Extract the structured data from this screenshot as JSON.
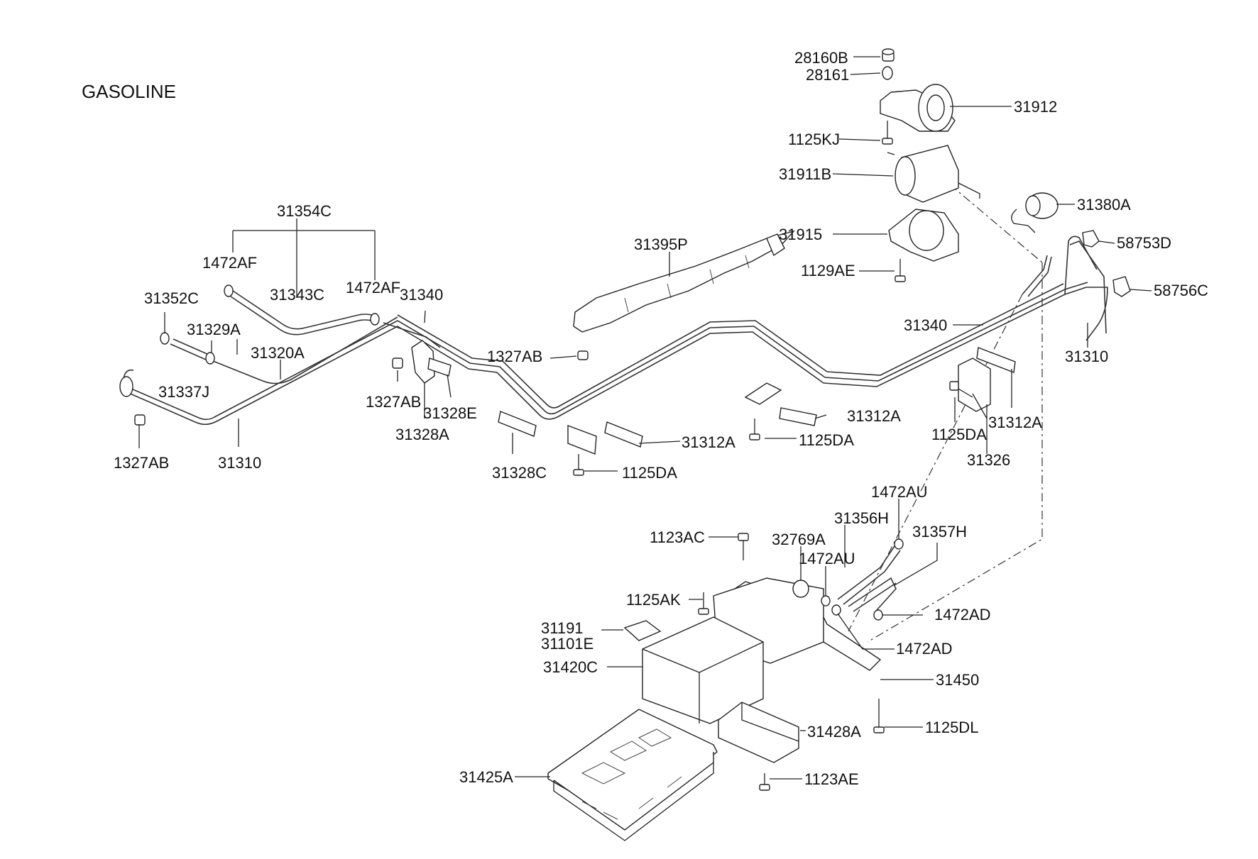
{
  "diagram": {
    "title": "GASOLINE",
    "labels": [
      "28160B",
      "28161",
      "31912",
      "1125KJ",
      "31911B",
      "31380A",
      "31915",
      "58753D",
      "1129AE",
      "58756C",
      "31354C",
      "31395P",
      "1472AF",
      "31343C",
      "1472AF",
      "31340",
      "31352C",
      "31329A",
      "31320A",
      "31340",
      "31310",
      "1327AB",
      "31337J",
      "1327AB",
      "31328E",
      "31328A",
      "1327AB",
      "31310",
      "31312A",
      "31312A",
      "31328C",
      "31312A",
      "1125DA",
      "1125DA",
      "1125DA",
      "31326",
      "1472AU",
      "1123AC",
      "32769A",
      "31356H",
      "31357H",
      "1472AU",
      "1125AK",
      "1472AD",
      "31191",
      "31101E",
      "1472AD",
      "31420C",
      "31450",
      "1125DL",
      "31428A",
      "31425A",
      "1123AE"
    ]
  }
}
